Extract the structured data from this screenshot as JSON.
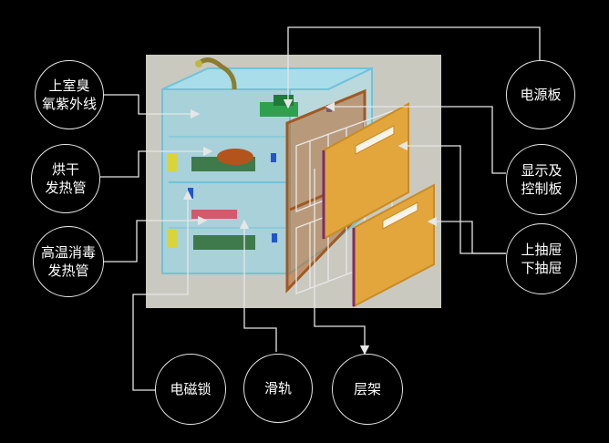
{
  "labels": {
    "uv_lamp": "上室臭\n氧紫外线",
    "dry_heater": "烘干\n发热管",
    "sterilize_heater": "高温消毒\n发热管",
    "power_board": "电源板",
    "display_board": "显示及\n控制板",
    "drawers": "上抽屉\n下抽屉",
    "magnetic_lock": "电磁锁",
    "slide_rail": "滑轨",
    "shelf": "层架"
  },
  "colors": {
    "background": "#000000",
    "render_backdrop": "#c8c8bf",
    "cabinet_frame": "#8fd3e6",
    "drawer_panel": "#e3a63d",
    "connector_line": "#e6e6e6"
  }
}
